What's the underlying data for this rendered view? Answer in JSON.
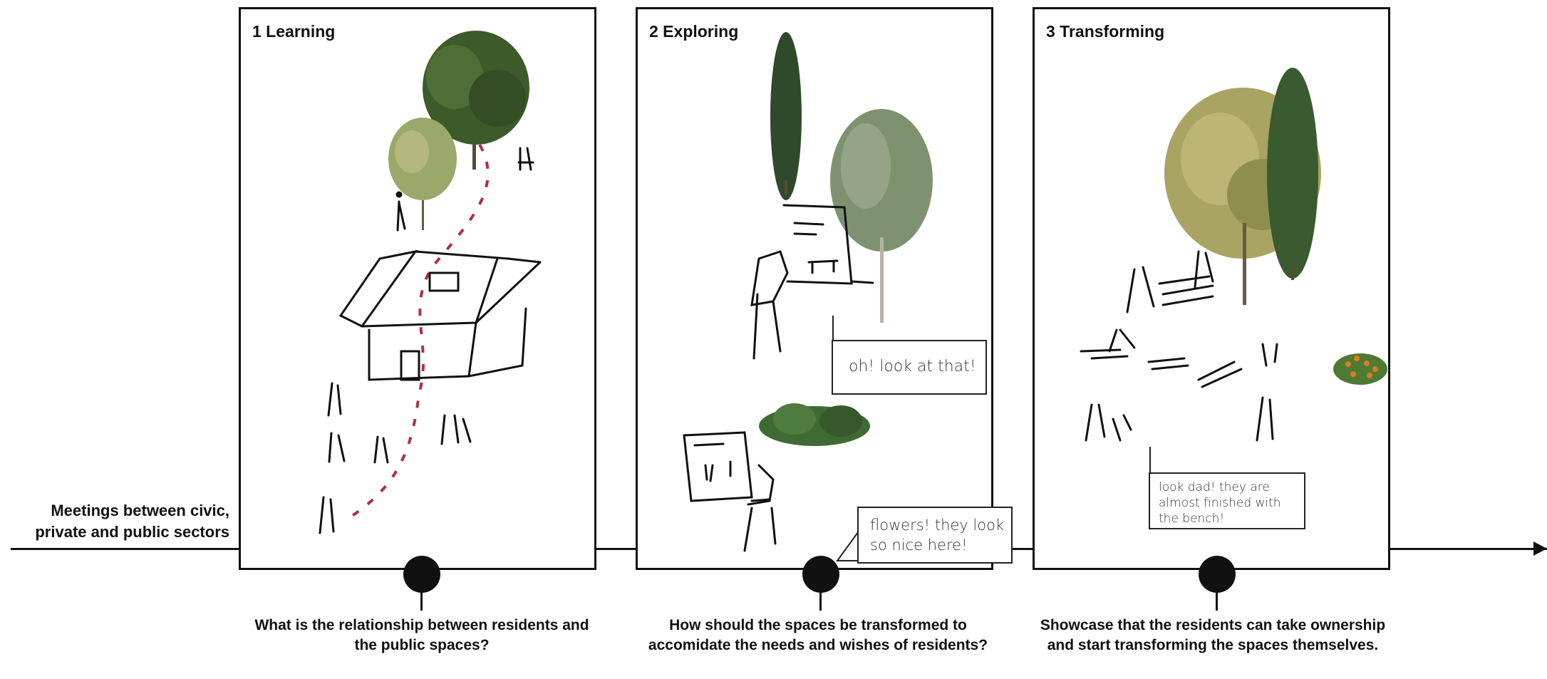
{
  "side_label": "Meetings between civic, private and public sectors",
  "panels": [
    {
      "title": "1 Learning",
      "question": "What is the relationship between residents and the public spaces?"
    },
    {
      "title": "2 Exploring",
      "question": "How should the spaces be transformed to accomidate the needs and wishes of residents?",
      "bubbles": [
        "oh! look at that!",
        "flowers! they look so nice here!"
      ]
    },
    {
      "title": "3 Transforming",
      "question": "Showcase that the residents can take ownership and start transforming the spaces themselves.",
      "bubbles": [
        "look dad! they are almost finished with the bench!"
      ]
    }
  ],
  "colors": {
    "line": "#111111",
    "tree_dark": "#3d5a2a",
    "tree_light": "#8a9a5b",
    "path_red": "#b03040",
    "flower_orange": "#e07a1f"
  }
}
